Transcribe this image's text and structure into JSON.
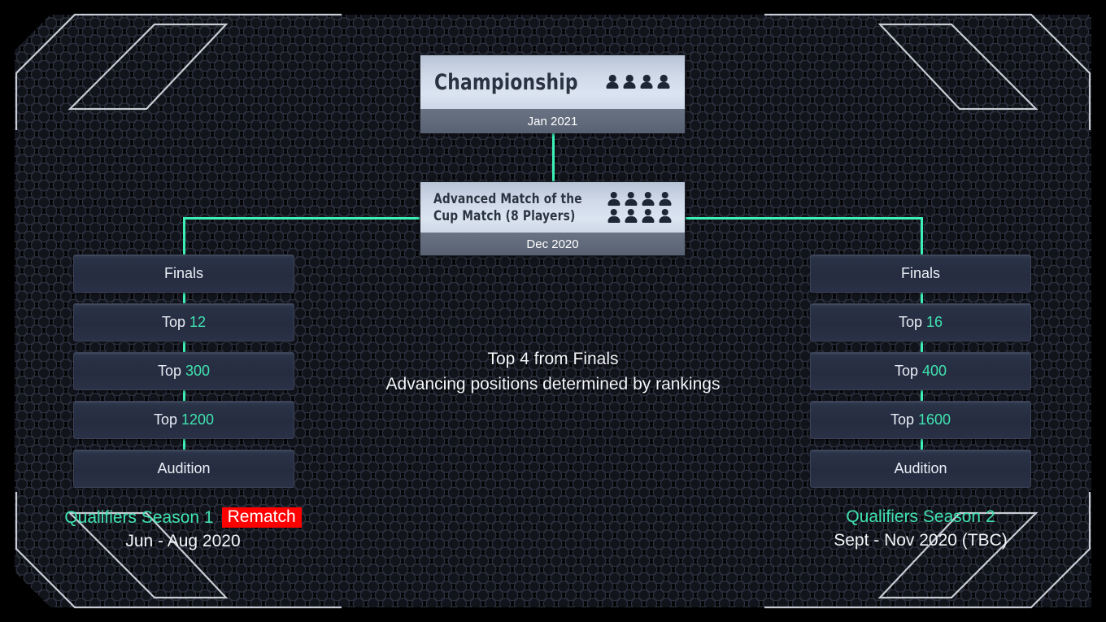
{
  "theme": {
    "background": "#000000",
    "accent": "#3df0b8",
    "accent_text": "#3fe3b0",
    "box_fill": "#252c40",
    "header_fill": "#d3dcea",
    "header_footer_fill": "#5f6879",
    "badge_red": "#ff0000",
    "text_light": "#f2f5f9",
    "frame_line": "#c8ccd4"
  },
  "top_nodes": [
    {
      "id": "championship",
      "title": "Championship",
      "date": "Jan 2021",
      "player_icon_rows": [
        4
      ]
    },
    {
      "id": "advanced-match",
      "title_lines": [
        "Advanced Match of the",
        "Cup Match (8 Players)"
      ],
      "date": "Dec 2020",
      "player_icon_rows": [
        4,
        4
      ]
    }
  ],
  "center_note": {
    "line1": "Top 4 from Finals",
    "line2": "Advancing positions determined by rankings"
  },
  "columns": [
    {
      "id": "season-1",
      "side": "left",
      "stages": [
        {
          "label": "Finals",
          "number": ""
        },
        {
          "label": "Top",
          "number": "12"
        },
        {
          "label": "Top",
          "number": "300"
        },
        {
          "label": "Top",
          "number": "1200"
        },
        {
          "label": "Audition",
          "number": ""
        }
      ],
      "caption": {
        "season": "Qualifiers Season 1",
        "badge": "Rematch",
        "dates": "Jun - Aug 2020"
      }
    },
    {
      "id": "season-2",
      "side": "right",
      "stages": [
        {
          "label": "Finals",
          "number": ""
        },
        {
          "label": "Top",
          "number": "16"
        },
        {
          "label": "Top",
          "number": "400"
        },
        {
          "label": "Top",
          "number": "1600"
        },
        {
          "label": "Audition",
          "number": ""
        }
      ],
      "caption": {
        "season": "Qualifiers Season 2",
        "badge": "",
        "dates": "Sept - Nov 2020 (TBC)"
      }
    }
  ]
}
